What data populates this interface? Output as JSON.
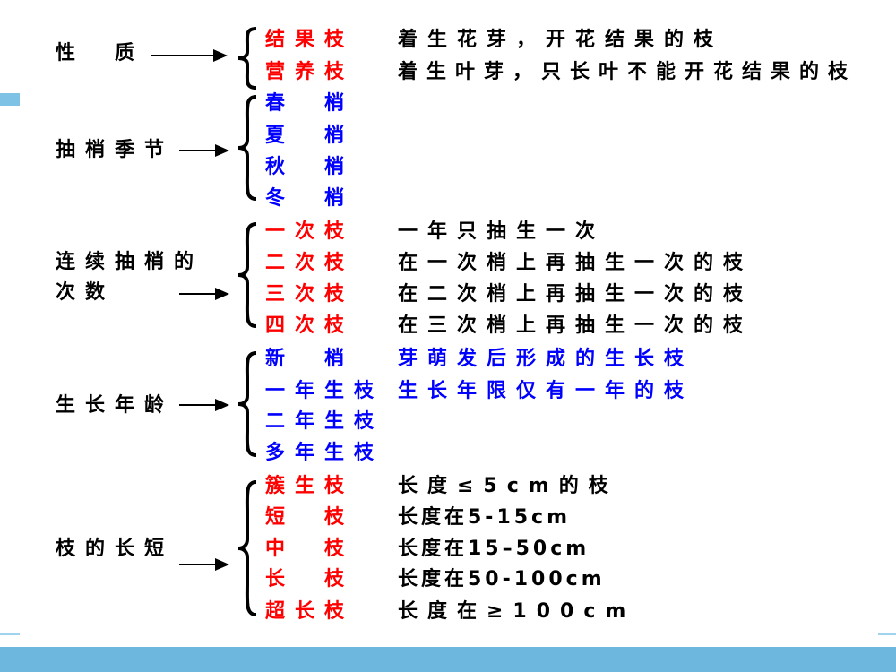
{
  "sections": [
    {
      "category": [
        "性　质"
      ],
      "items": [
        {
          "term": "结果枝",
          "desc": "着生花芽，开花结果的枝",
          "color": "#ff0000",
          "desc_color": "#000000"
        },
        {
          "term": "营养枝",
          "desc": "着生叶芽，只长叶不能开花结果的枝",
          "color": "#ff0000",
          "desc_color": "#000000"
        }
      ]
    },
    {
      "category": [
        "抽梢季节"
      ],
      "items": [
        {
          "term": "春　梢",
          "desc": "",
          "color": "#0000ff"
        },
        {
          "term": "夏　梢",
          "desc": "",
          "color": "#0000ff"
        },
        {
          "term": "秋　梢",
          "desc": "",
          "color": "#0000ff"
        },
        {
          "term": "冬　梢",
          "desc": "",
          "color": "#0000ff"
        }
      ]
    },
    {
      "category": [
        "连续抽梢的",
        "次数"
      ],
      "items": [
        {
          "term": "一次枝",
          "desc": "一年只抽生一次",
          "color": "#ff0000",
          "desc_color": "#000000"
        },
        {
          "term": "二次枝",
          "desc": "在一次梢上再抽生一次的枝",
          "color": "#ff0000",
          "desc_color": "#000000"
        },
        {
          "term": "三次枝",
          "desc": "在二次梢上再抽生一次的枝",
          "color": "#ff0000",
          "desc_color": "#000000"
        },
        {
          "term": "四次枝",
          "desc": "在三次梢上再抽生一次的枝",
          "color": "#ff0000",
          "desc_color": "#000000"
        }
      ]
    },
    {
      "category": [
        "生长年龄"
      ],
      "items": [
        {
          "term": "新　梢",
          "desc": "芽萌发后形成的生长枝",
          "color": "#0000ff",
          "desc_color": "#0000ff"
        },
        {
          "term": "一年生枝",
          "desc": "生长年限仅有一年的枝",
          "color": "#0000ff",
          "desc_color": "#0000ff"
        },
        {
          "term": "二年生枝",
          "desc": "",
          "color": "#0000ff"
        },
        {
          "term": "多年生枝",
          "desc": "",
          "color": "#0000ff"
        }
      ]
    },
    {
      "category": [
        "枝的长短"
      ],
      "items": [
        {
          "term": "簇生枝",
          "desc": "长度≤5cm的枝",
          "color": "#ff0000",
          "desc_color": "#000000"
        },
        {
          "term": "短　枝",
          "desc": "长度在5-15cm",
          "color": "#ff0000",
          "desc_color": "#000000"
        },
        {
          "term": "中　枝",
          "desc": "长度在15–50cm",
          "color": "#ff0000",
          "desc_color": "#000000"
        },
        {
          "term": "长　枝",
          "desc": "长度在50-100cm",
          "color": "#ff0000",
          "desc_color": "#000000"
        },
        {
          "term": "超长枝",
          "desc": "长度在≥100cm",
          "color": "#ff0000",
          "desc_color": "#000000"
        }
      ]
    }
  ],
  "theme": {
    "accent": "#7ec3e6",
    "bar": "#6db7df"
  }
}
